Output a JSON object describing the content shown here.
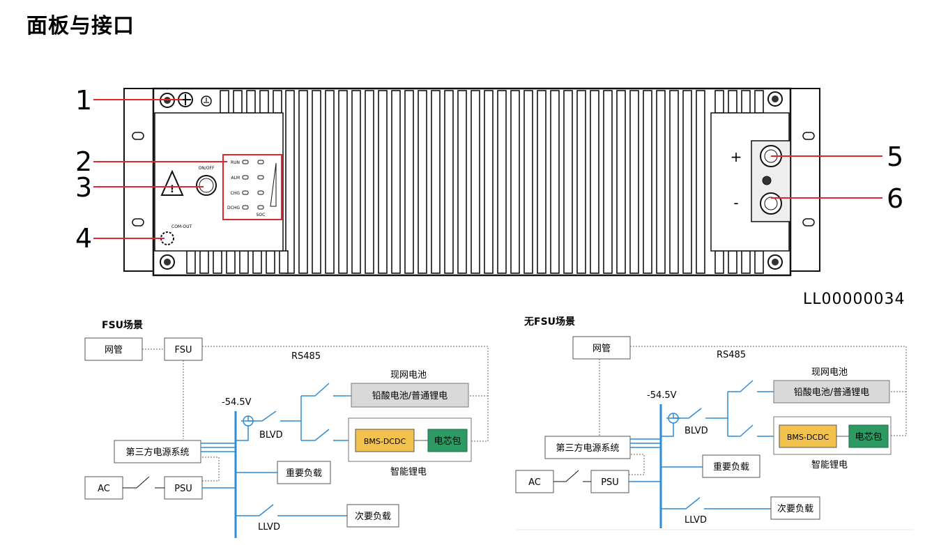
{
  "title": "面板与接口",
  "figure_id": "LL00000034",
  "callouts": [
    "1",
    "2",
    "3",
    "4",
    "5",
    "6"
  ],
  "panel": {
    "indicators": [
      "RUN",
      "ALM",
      "CHG",
      "DCHG"
    ],
    "soc_label": "SOC",
    "onoff_label": "ON/OFF",
    "com_label": "COM-OUT",
    "plus": "+",
    "minus": "-"
  },
  "diagram_left": {
    "scene_title": "FSU场景",
    "nms": "网管",
    "fsu": "FSU",
    "rs485": "RS485",
    "voltage": "-54.5V",
    "third_party": "第三方电源系统",
    "ac": "AC",
    "psu": "PSU",
    "blvd": "BLVD",
    "llvd": "LLVD",
    "existing_battery": "现网电池",
    "lead_acid": "铅酸电池/普通锂电",
    "bms": "BMS-DCDC",
    "cell_pack": "电芯包",
    "smart_li": "智能锂电",
    "important_load": "重要负载",
    "secondary_load": "次要负载"
  },
  "diagram_right": {
    "scene_title": "无FSU场景",
    "nms": "网管",
    "rs485": "RS485",
    "voltage": "-54.5V",
    "third_party": "第三方电源系统",
    "ac": "AC",
    "psu": "PSU",
    "blvd": "BLVD",
    "llvd": "LLVD",
    "existing_battery": "现网电池",
    "lead_acid": "铅酸电池/普通锂电",
    "bms": "BMS-DCDC",
    "cell_pack": "电芯包",
    "smart_li": "智能锂电",
    "important_load": "重要负载",
    "secondary_load": "次要负载"
  },
  "colors": {
    "callout_line": "#e0262e",
    "bus": "#2e8bd6",
    "bms_fill": "#f2c14e",
    "cell_fill": "#2e9a63",
    "lead_fill": "#d9d9d9"
  }
}
